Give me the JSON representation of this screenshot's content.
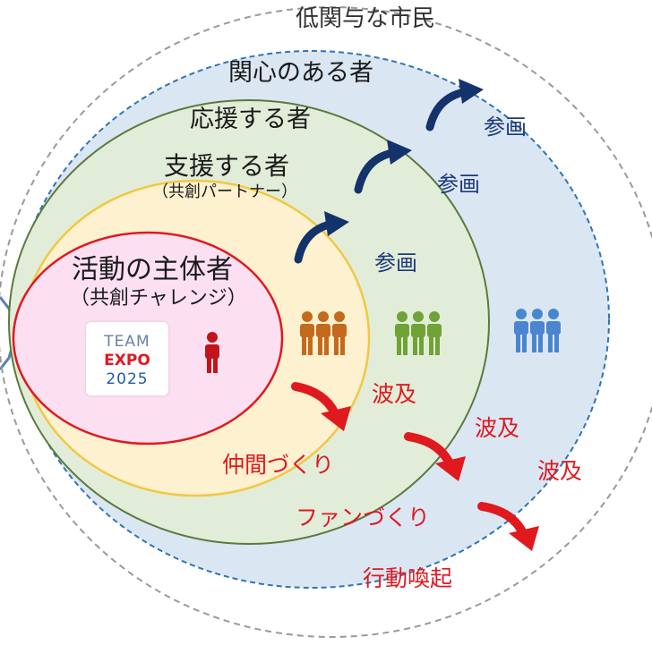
{
  "diagram": {
    "rings": {
      "outer_label": "低関与な市民",
      "concern_label": "関心のある者",
      "support_label": "応援する者",
      "partner_label": "支援する者",
      "partner_sub": "（共創パートナー）",
      "core_label": "活動の主体者",
      "core_sub": "（共創チャレンジ）"
    },
    "logo": {
      "line1": "TEAM",
      "line2": "EXPO",
      "line3": "2025"
    },
    "participate": [
      "参画",
      "参画",
      "参画"
    ],
    "spread": [
      "波及",
      "波及",
      "波及"
    ],
    "actions": [
      "仲間づくり",
      "ファンづくり",
      "行動喚起"
    ],
    "colors": {
      "outer_dash": "#999999",
      "concern_fill": "#dbe6f3",
      "concern_stroke": "#2e75b6",
      "support_fill": "#e2edd9",
      "support_stroke": "#5b7a3c",
      "partner_fill": "#fdf1cf",
      "partner_stroke": "#f2c744",
      "core_fill": "#fce0f2",
      "core_stroke": "#e0191f",
      "arrow_navy": "#14336b",
      "arrow_red": "#e0191f",
      "person_red": "#c0151b",
      "people_orange": "#c46a1d",
      "people_green": "#6fa336",
      "people_blue": "#4a86cf"
    }
  }
}
